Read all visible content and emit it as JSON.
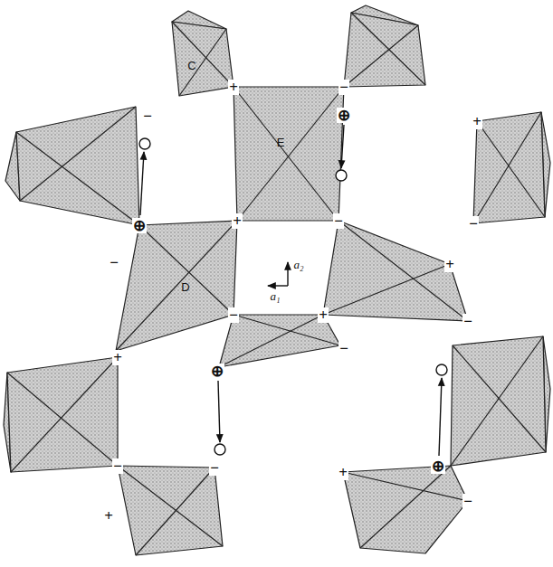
{
  "diagram": {
    "labels": [
      "C",
      "E",
      "D",
      "a₂",
      "a₁",
      "+",
      "−",
      "−",
      "⊕",
      "+",
      "⊕",
      "+",
      "−",
      "−",
      "−",
      "+",
      "−",
      "+",
      "−",
      "+",
      "⊕",
      "−",
      "−",
      "−",
      "⊕",
      "+",
      "−",
      "+"
    ]
  }
}
